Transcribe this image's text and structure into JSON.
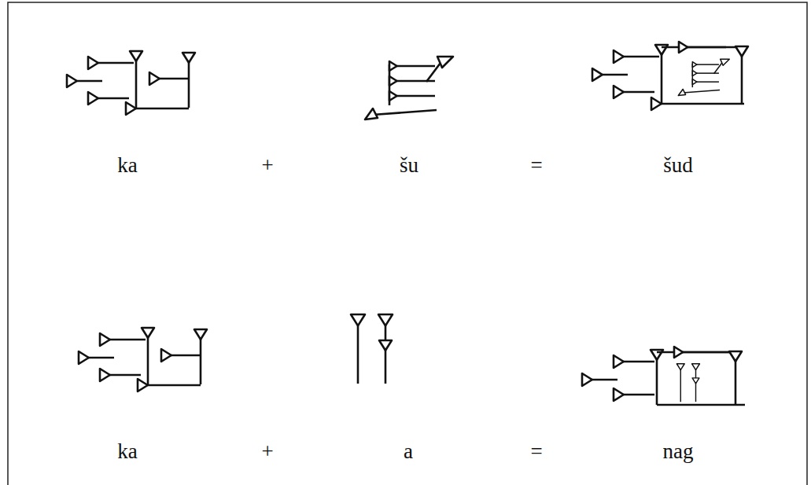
{
  "diagram": {
    "labels": [
      "ka",
      "+",
      "šu",
      "=",
      "šud",
      "ka",
      "+",
      "a",
      "=",
      "nag"
    ]
  }
}
